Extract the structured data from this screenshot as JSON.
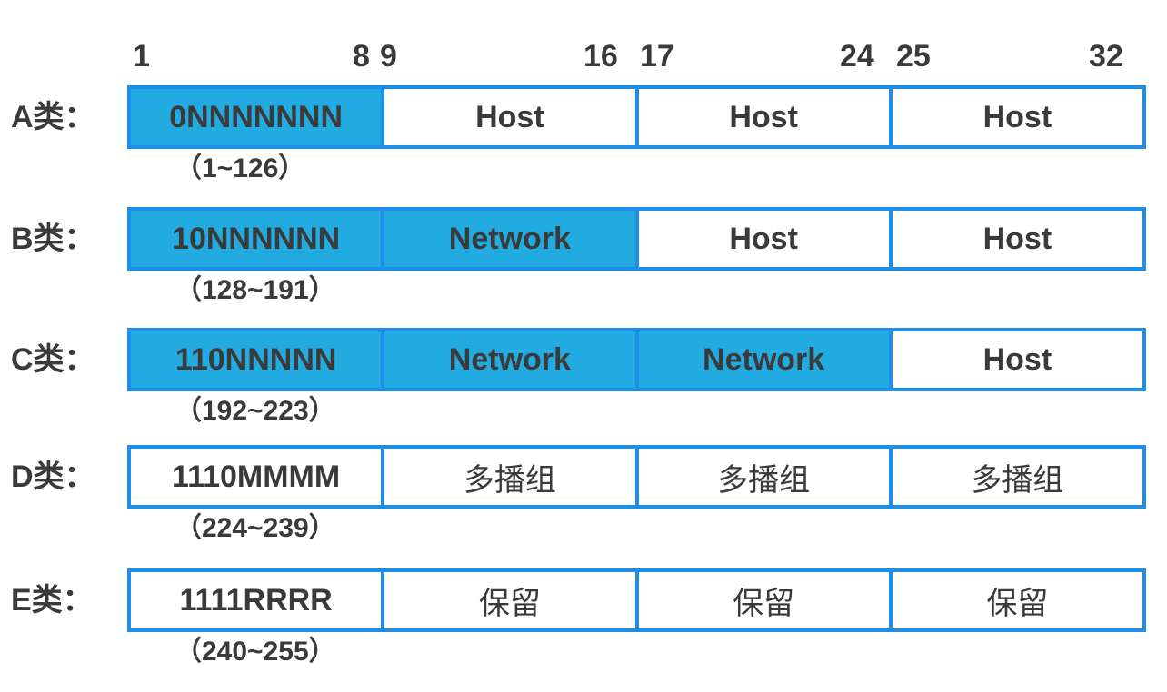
{
  "bit_positions": [
    "1",
    "8",
    "9",
    "16",
    "17",
    "24",
    "25",
    "32"
  ],
  "colors": {
    "border": "#1e8ee8",
    "filled": "#22abe0",
    "text": "#3a3a3a"
  },
  "classes": [
    {
      "label": "A类：",
      "range": "（1~126）",
      "cells": [
        "0NNNNNNN",
        "Host",
        "Host",
        "Host"
      ],
      "filled": [
        true,
        false,
        false,
        false
      ]
    },
    {
      "label": "B类：",
      "range": "（128~191）",
      "cells": [
        "10NNNNNN",
        "Network",
        "Host",
        "Host"
      ],
      "filled": [
        true,
        true,
        false,
        false
      ]
    },
    {
      "label": "C类：",
      "range": "（192~223）",
      "cells": [
        "110NNNNN",
        "Network",
        "Network",
        "Host"
      ],
      "filled": [
        true,
        true,
        true,
        false
      ]
    },
    {
      "label": "D类：",
      "range": "（224~239）",
      "cells": [
        "1110MMMM",
        "多播组",
        "多播组",
        "多播组"
      ],
      "filled": [
        false,
        false,
        false,
        false
      ]
    },
    {
      "label": "E类：",
      "range": "（240~255）",
      "cells": [
        "1111RRRR",
        "保留",
        "保留",
        "保留"
      ],
      "filled": [
        false,
        false,
        false,
        false
      ]
    }
  ]
}
